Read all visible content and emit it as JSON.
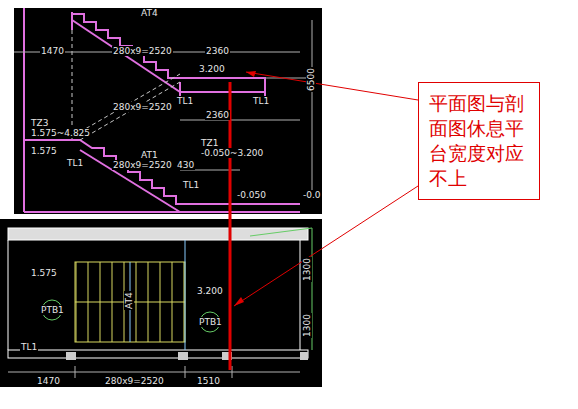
{
  "diagram": {
    "nodes": [
      {
        "text": [
          "平面图与剖面图休息平台宽度对应不上"
        ]
      }
    ],
    "labels": [
      "AT4",
      "1470",
      "280x9=2520",
      "2360",
      "3.200",
      "6500",
      "TL1",
      "TL1",
      "TZ3",
      "1.575~4.825",
      "280x9=2520",
      "2360",
      "1.575",
      "TL1",
      "AT1",
      "280x9=2520",
      "TZ1",
      "-0.050~3.200",
      "430",
      "TL1",
      "-0.050",
      "-0.0",
      "1.575",
      "AT4",
      "PTB1",
      "3.200",
      "PTB1",
      "1300",
      "1300",
      "1470",
      "280x9=2520",
      "1510",
      "TL1"
    ]
  }
}
